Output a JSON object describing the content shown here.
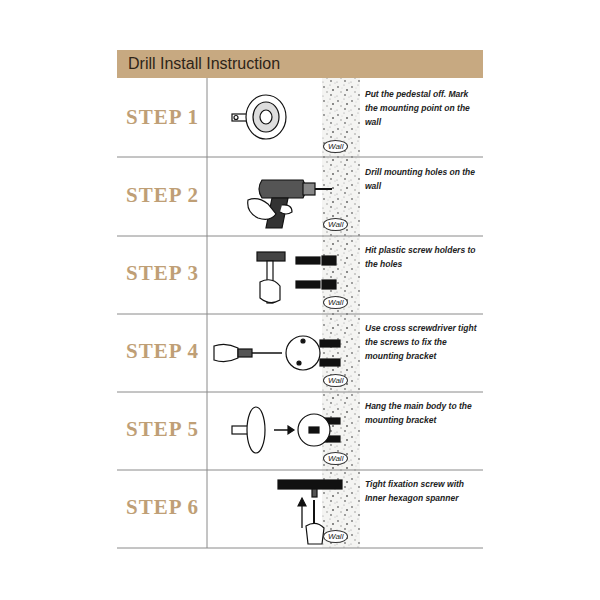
{
  "diagram": {
    "title": "Drill Install Instruction",
    "nodes": [
      {
        "text": [
          "Wall"
        ]
      },
      {
        "text": [
          "Wall"
        ]
      },
      {
        "text": [
          "Wall"
        ]
      },
      {
        "text": [
          "Wall"
        ]
      },
      {
        "text": [
          "Wall"
        ]
      },
      {
        "text": [
          "Wall"
        ]
      }
    ],
    "labels": [
      "STEP 1",
      "Put the pedestal off. Mark the mounting point on the wall",
      "STEP 2",
      "Drill mounting holes on the wall",
      "STEP 3",
      "Hit plastic screw holders to the holes",
      "STEP 4",
      "Use cross screwdriver tight the screws to fix the mounting bracket",
      "STEP 5",
      "Hang the main body to the mounting bracket",
      "STEP 6",
      "Tight fixation screw with Inner hexagon spanner"
    ]
  }
}
